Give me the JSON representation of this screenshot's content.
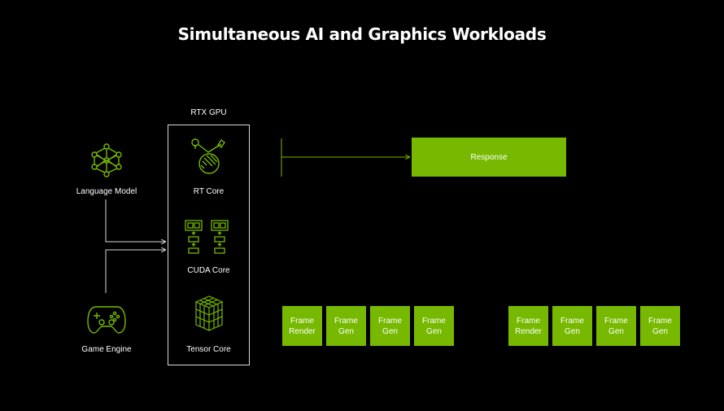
{
  "title": "Simultaneous AI and Graphics Workloads",
  "gpu_label": "RTX GPU",
  "left_nodes": {
    "language_model": "Language Model",
    "game_engine": "Game Engine"
  },
  "cores": {
    "rt": "RT Core",
    "cuda": "CUDA Core",
    "tensor": "Tensor Core"
  },
  "response_label": "Response",
  "frames_group1": [
    "Frame\nRender",
    "Frame\nGen",
    "Frame\nGen",
    "Frame\nGen"
  ],
  "frames_group2": [
    "Frame\nRender",
    "Frame\nGen",
    "Frame\nGen",
    "Frame\nGen"
  ],
  "colors": {
    "accent": "#76b900",
    "background": "#000000",
    "text": "#ffffff"
  }
}
